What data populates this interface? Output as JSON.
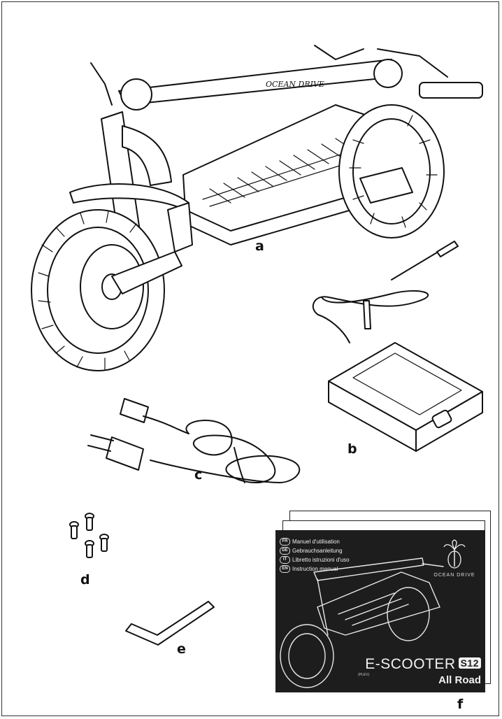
{
  "labels": {
    "scooter": "a",
    "charger": "b",
    "power_cable": "c",
    "screws": "d",
    "allen_key": "e",
    "manual": "f"
  },
  "scooter": {
    "deck_brand": "OCEAN DRIVE"
  },
  "manual": {
    "languages": [
      {
        "code": "FR",
        "text": "Manuel d'utilisation"
      },
      {
        "code": "DE",
        "text": "Gebrauchsanleitung"
      },
      {
        "code": "IT",
        "text": "Libretto istruzioni d'uso"
      },
      {
        "code": "EN",
        "text": "Instruction manual"
      }
    ],
    "brand": "OCEAN DRIVE",
    "title": "E-SCOOTER",
    "model": "S12",
    "category": "(PLEV)",
    "edition": "All Road"
  },
  "colors": {
    "ink": "#111111",
    "manual_cover": "#1d1d1d",
    "background": "#ffffff"
  }
}
